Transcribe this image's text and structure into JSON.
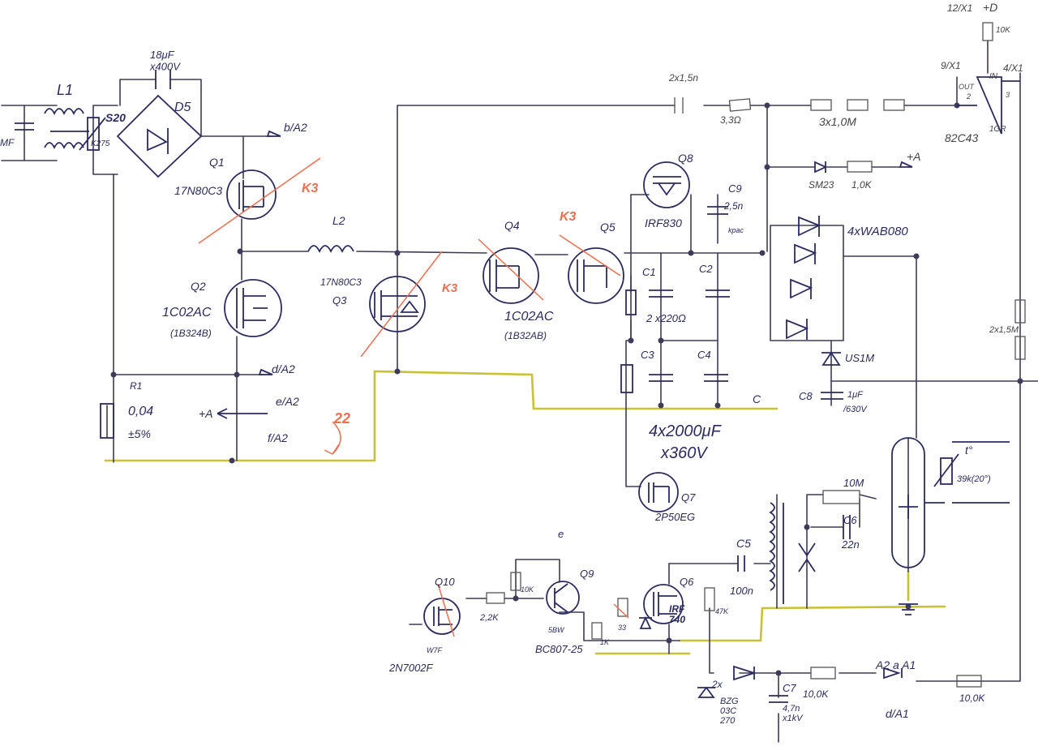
{
  "labels": {
    "l1": "L1",
    "c_in": "ΜF",
    "cap_top": "18μF\nx400V",
    "s20": "S20",
    "k275": "K275",
    "d5": "D5",
    "b_a2": "b/A2",
    "q1": "Q1",
    "q1_part": "17N80C3",
    "k3_q1": "K3",
    "l2": "L2",
    "q2": "Q2",
    "q2_part": "1C02AC",
    "q2_sub": "(1B324B)",
    "d_a2": "d/A2",
    "r1": "R1",
    "r1_val": "0,04",
    "r1_tol": "±5%",
    "plus_a_left": "+A",
    "e_a2": "e/A2",
    "f_a2": "f/A2",
    "twentytwo": "22",
    "q3_part": "17N80C3",
    "q3": "Q3",
    "k3_q3": "K3",
    "q4": "Q4",
    "q4_part": "1C02AC",
    "q4_sub": "(1B32AB)",
    "k3_q5": "K3",
    "q5": "Q5",
    "q8": "Q8",
    "q8_part": "IRF830",
    "c9": "C9",
    "c9_val": "2,5n",
    "c9_sub": "kpac",
    "c1": "C1",
    "c2": "C2",
    "c12_val": "2 x220Ω",
    "c3": "C3",
    "c4": "C4",
    "c_label": "C",
    "caps_total": "4x2000μF",
    "caps_volt": "x360V",
    "q7": "Q7",
    "q7_part": "2P50EG",
    "c_series": "2x1,5n",
    "r_33": "3,3Ω",
    "r_3x1m": "3x1,0M",
    "pin_9x1": "9/X1",
    "pin_12x1": "12/X1",
    "plus_d": "+D",
    "r_10k_top": "10K",
    "pin_4x1": "4/X1",
    "in_pin": "IN",
    "out_pin": "OUT",
    "ic_pin2": "2",
    "ic_pin3": "3",
    "ic_pin1": "1GR",
    "ic_part": "82C43",
    "plus_a_right": "+A",
    "sm23": "SM23",
    "r_10k_mid": "1,0K",
    "wab": "4xWAB080",
    "us1m": "US1M",
    "c8": "C8",
    "c8_val": "1μF",
    "c8_volt": "/630V",
    "r_2x1_5m": "2x1,5M",
    "t_sym": "t°",
    "ntc": "39k(20°)",
    "r_10m": "10M",
    "c6": "C6",
    "c6_val": "22n",
    "c5": "C5",
    "c5_val": "100n",
    "e_top": "e",
    "q10": "Q10",
    "q10_part": "2N7002F",
    "q10_code": "W7F",
    "r_22k": "2,2K",
    "r_10k_q9": "10K",
    "q9": "Q9",
    "q9_code": "5BW",
    "q9_part": "BC807-25",
    "r_33b": "33",
    "r_1k": "1K",
    "q6": "Q6",
    "q6_part": "IRF\n740",
    "r_47k": "47K",
    "zener": "2x",
    "bzg": "BZG\n03C\n270",
    "c7": "C7",
    "c7_val": "4,7n\nx1kV",
    "r_10k_b1": "10,0K",
    "a2a1": "A2 a A1",
    "r_10k_b2": "10,0K",
    "d_a1": "d/A1"
  }
}
